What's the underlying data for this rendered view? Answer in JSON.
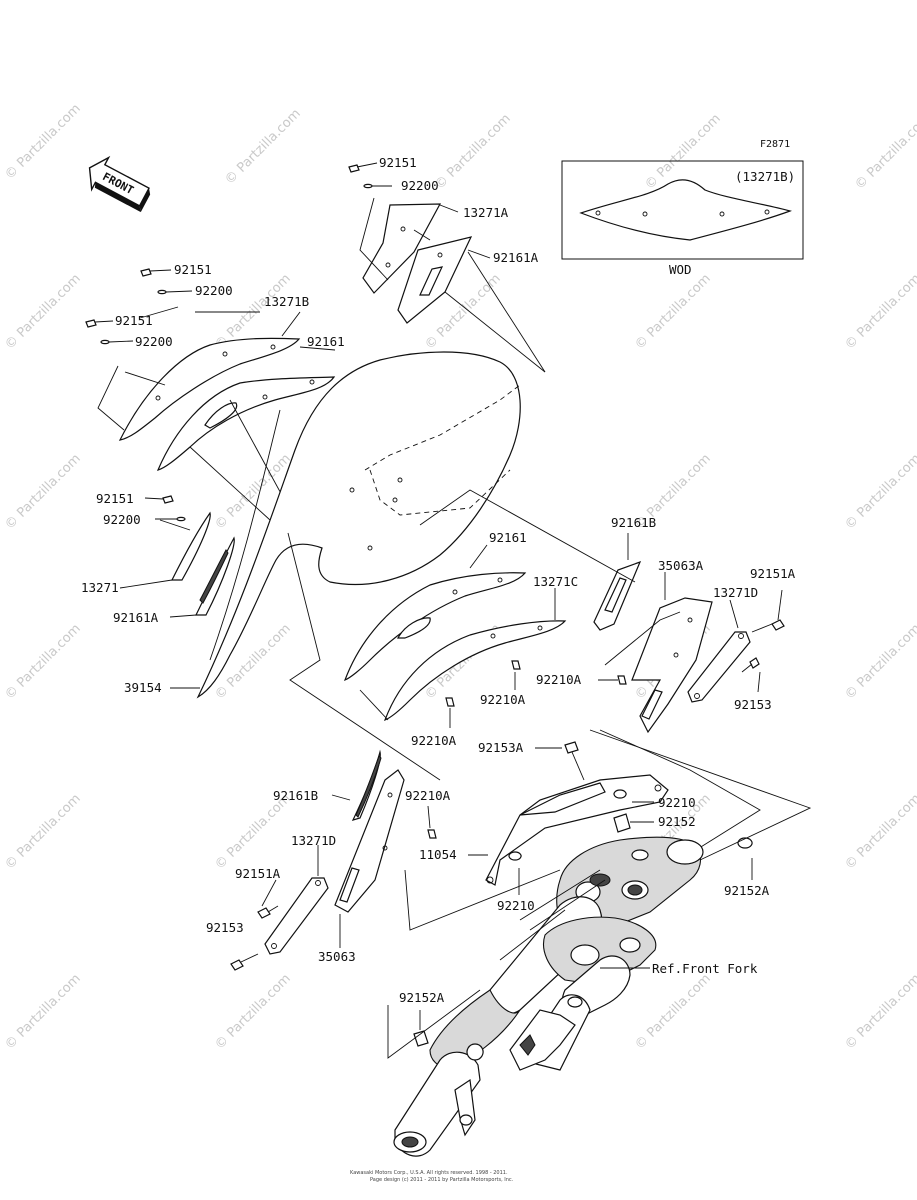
{
  "figure_code": "F2871",
  "watermark_text": "© Partzilla.com",
  "front_label": "FRONT",
  "inset_caption": "WOD",
  "inset_part": "(13271B)",
  "ref_front_fork": "Ref.Front Fork",
  "copyright_line1": "Kawasaki Motors Corp., U.S.A. All rights reserved. 1998 - 2011.",
  "copyright_line2": "Page design (c) 2011 - 2011 by Partzilla Motorsports, Inc.",
  "parts": [
    "92151",
    "92200",
    "13271A",
    "92161A",
    "92151",
    "92200",
    "13271B",
    "92151",
    "92200",
    "92161",
    "92151",
    "92200",
    "13271",
    "92161A",
    "39154",
    "92161",
    "13271C",
    "92210A",
    "92210A",
    "92161B",
    "35063A",
    "92151A",
    "13271D",
    "92210A",
    "92153",
    "92153A",
    "92210",
    "92152",
    "92161B",
    "92210A",
    "11054",
    "92210",
    "13271D",
    "92151A",
    "92153",
    "35063",
    "92152A",
    "92152A"
  ],
  "colors": {
    "ink": "#111111",
    "watermark": "#c9c9c9",
    "background": "#ffffff"
  }
}
